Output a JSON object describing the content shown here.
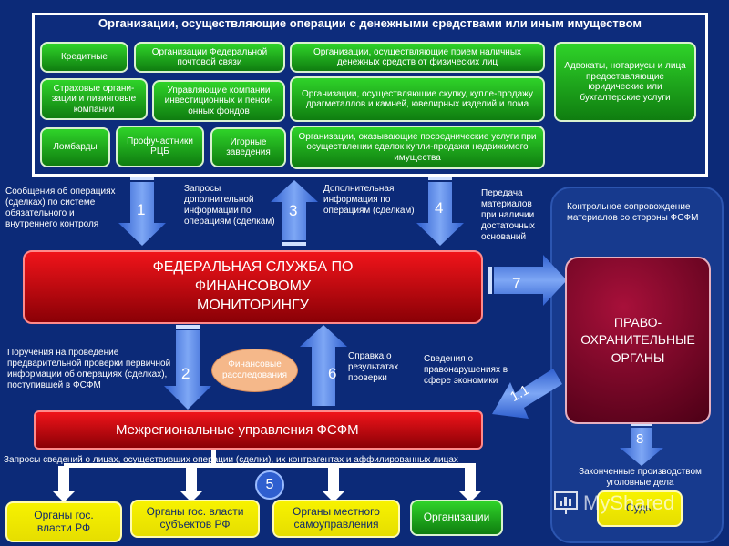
{
  "colors": {
    "background": "#0c2a78",
    "org_button_green": "#22b11e",
    "fsfm_red": "#c4000a",
    "law_dark_red": "#7a0022",
    "arrow_blue": "#4a7ee6",
    "target_yellow": "#f2ec00",
    "investigations_peach": "#f5b88a"
  },
  "orgs": {
    "title": "Организации, осуществляющие операции с денежными средствами или иным имуществом",
    "credit": "Кредитные",
    "post": "Организации Федеральной почтовой связи",
    "cash": "Организации, осуществляющие прием наличных денежных средств от физических лиц",
    "lawyers": "Адвокаты, нотариусы и лица предоставляющие юридические или бухгалтерские услуги",
    "insurance": "Страховые органи-зации и лизинговые компании",
    "management": "Управляющие компании инвестиционных и пенси-онных фондов",
    "buyup": "Организации, осуществляющие скупку, купле-продажу драгметаллов и камней, ювелирных изделий и лома",
    "pawnshops": "Ломбарды",
    "securities": "Профучастники РЦБ",
    "gambling": "Игорные заведения",
    "realestate": "Организации, оказывающие посреднические услуги при осуществлении сделок купли-продажи недвижимого имущества"
  },
  "flows": {
    "n1": "1",
    "n2": "2",
    "n3": "3",
    "n4": "4",
    "n5": "5",
    "n6": "6",
    "n7": "7",
    "n8": "8",
    "n11": "1.1",
    "msg1": "Сообщения об операциях (сделках) по системе обязательного и внутреннего контроля",
    "msg3": "Запросы дополнительной информации по операциям (сделкам)",
    "msg4": "Дополнительная информация по операциям (сделкам)",
    "msg7": "Передача материалов при наличии достаточных оснований",
    "control": "Контрольное сопровождение материалов со стороны ФСФМ",
    "msg2": "Поручения на проведение предварительной проверки первичной информации об операциях (сделках), поступившей в ФСФМ",
    "msg6": "Справка о результатах проверки",
    "msg11": "Сведения о правонарушениях в сфере экономики",
    "msg5": "Запросы сведений о лицах, осуществивших операции (сделки), их контрагентах и аффилированных лицах",
    "msg8": "Законченные производством уголовные дела"
  },
  "fsfm": {
    "title": "ФЕДЕРАЛЬНАЯ СЛУЖБА ПО ФИНАНСОВОМУ МОНИТОРИНГУ"
  },
  "law": {
    "title": "ПРАВО-ОХРАНИТЕЛЬНЫЕ ОРГАНЫ"
  },
  "mru": {
    "title": "Межрегиональные управления ФСФМ"
  },
  "investigations": "Финансовые расследования",
  "targets": {
    "federal": "Органы гос. власти РФ",
    "subjects": "Органы гос. власти субъектов РФ",
    "local": "Органы местного самоуправления",
    "orgs": "Организации",
    "courts": "Суды"
  },
  "watermark": "MyShared"
}
